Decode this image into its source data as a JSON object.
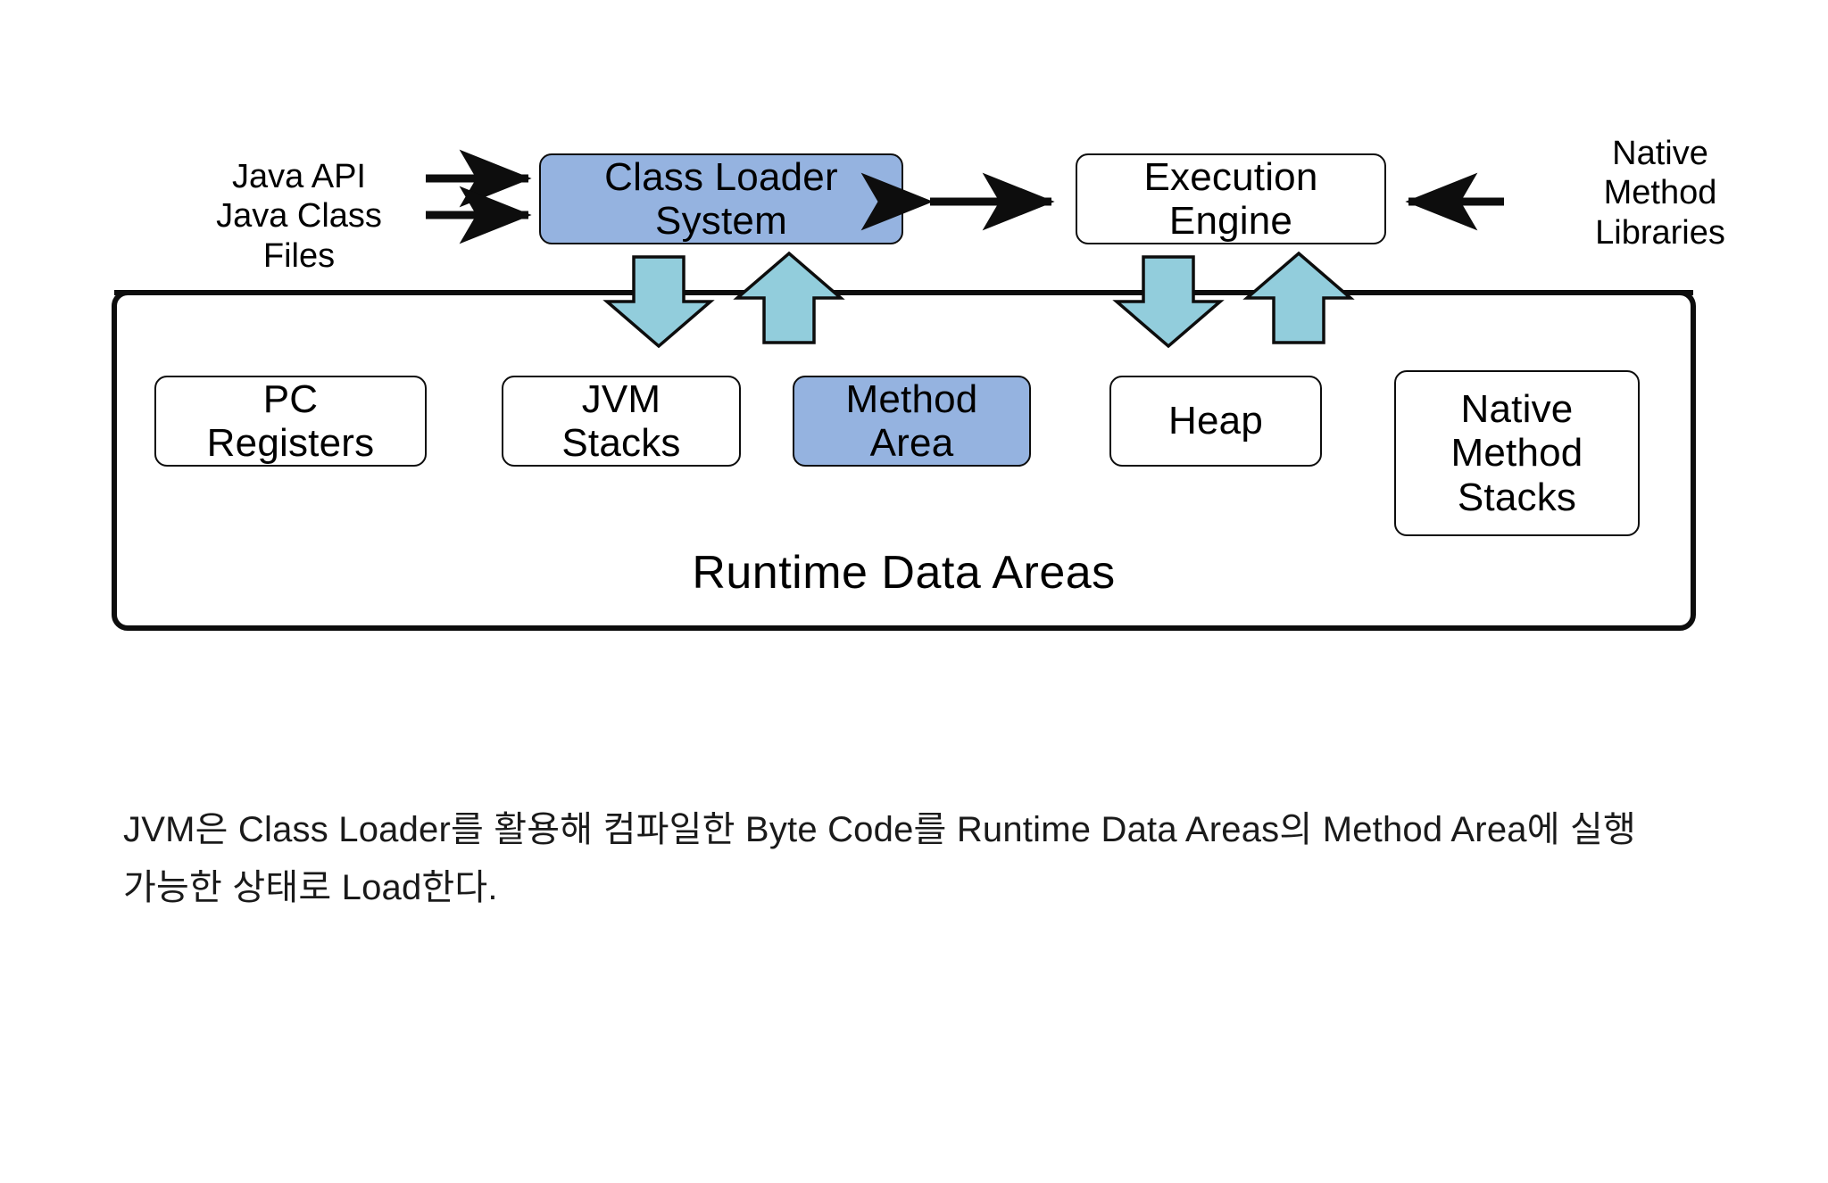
{
  "diagram": {
    "title": "JVM Architecture",
    "colors": {
      "accent_blue": "#95b3e0",
      "arrow_blue": "#92cddc",
      "outline": "#0d0d0d",
      "background": "#ffffff",
      "text": "#000000"
    },
    "inputs": {
      "left_label": "Java API\nJava Class\nFiles",
      "right_label": "Native\nMethod\nLibraries"
    },
    "top_boxes": [
      {
        "id": "class-loader-system",
        "label": "Class Loader\nSystem",
        "filled": true
      },
      {
        "id": "execution-engine",
        "label": "Execution\nEngine",
        "filled": false
      }
    ],
    "runtime": {
      "title": "Runtime Data Areas",
      "boxes": [
        {
          "id": "pc-registers",
          "label": "PC\nRegisters",
          "filled": false
        },
        {
          "id": "jvm-stacks",
          "label": "JVM\nStacks",
          "filled": false
        },
        {
          "id": "method-area",
          "label": "Method\nArea",
          "filled": true
        },
        {
          "id": "heap",
          "label": "Heap",
          "filled": false
        },
        {
          "id": "native-method-stacks",
          "label": "Native\nMethod\nStacks",
          "filled": false
        }
      ]
    },
    "connectors": [
      {
        "id": "java-api-arrow",
        "kind": "arrow-right"
      },
      {
        "id": "java-class-files-arrow",
        "kind": "arrow-right"
      },
      {
        "id": "loader-engine-arrow",
        "kind": "arrow-double"
      },
      {
        "id": "native-libraries-arrow",
        "kind": "arrow-left"
      },
      {
        "id": "loader-down-block-arrow",
        "kind": "block-arrow-down"
      },
      {
        "id": "loader-up-block-arrow",
        "kind": "block-arrow-up"
      },
      {
        "id": "engine-down-block-arrow",
        "kind": "block-arrow-down"
      },
      {
        "id": "engine-up-block-arrow",
        "kind": "block-arrow-up"
      }
    ]
  },
  "caption": {
    "line1": "JVM은 Class Loader를 활용해 컴파일한 Byte Code를 Runtime Data Areas의 Method Area에 실행",
    "line2": "가능한 상태로 Load한다."
  }
}
